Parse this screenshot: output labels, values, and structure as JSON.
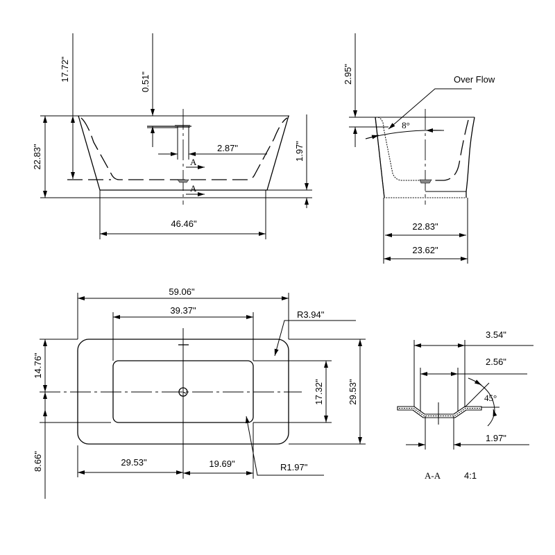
{
  "front_view": {
    "height_total": "22.83\"",
    "inner_depth": "17.72\"",
    "faucet_offset": "0.51\"",
    "drain_width": "2.87\"",
    "base_height": "1.97\"",
    "base_length": "46.46\"",
    "section_marker_top": "A",
    "section_marker_bottom": "A"
  },
  "side_view": {
    "overflow_label": "Over Flow",
    "overflow_depth": "2.95\"",
    "wall_angle": "8°",
    "base_width": "22.83\"",
    "overall_width": "23.62\""
  },
  "top_view": {
    "overall_length": "59.06\"",
    "inner_length": "39.37\"",
    "outer_radius": "R3.94\"",
    "inner_radius": "R1.97\"",
    "drain_to_back": "14.76\"",
    "drain_to_front": "8.66\"",
    "inner_width": "17.32\"",
    "overall_width": "29.53\"",
    "drain_from_left": "29.53\"",
    "drain_to_inner_right": "19.69\""
  },
  "section_view": {
    "outer_diameter": "3.54\"",
    "middle_diameter": "2.56\"",
    "bottom_diameter": "1.97\"",
    "angle": "45°",
    "title": "A-A",
    "scale": "4:1"
  }
}
